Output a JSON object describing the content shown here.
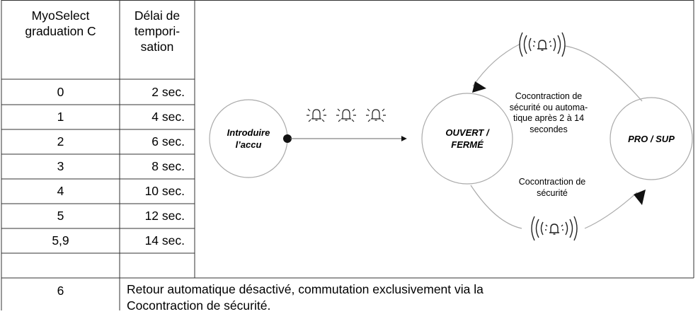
{
  "table": {
    "header": {
      "col1": [
        "MyoSelect",
        "graduation C"
      ],
      "col2": [
        "Délai de",
        "tempori-",
        "sation"
      ]
    },
    "rows": [
      {
        "graduation": "0",
        "delay": "2 sec."
      },
      {
        "graduation": "1",
        "delay": "4 sec."
      },
      {
        "graduation": "2",
        "delay": "6 sec."
      },
      {
        "graduation": "3",
        "delay": "8 sec."
      },
      {
        "graduation": "4",
        "delay": "10 sec."
      },
      {
        "graduation": "5",
        "delay": "12 sec."
      },
      {
        "graduation": "5,9",
        "delay": "14 sec."
      }
    ],
    "last_row": {
      "graduation": "6",
      "text_line1": "Retour automatique désactivé, commutation exclusivement via la",
      "text_line2": "Cocontraction de sécurité."
    }
  },
  "diagram": {
    "node_left": [
      "Introduire",
      "l’accu"
    ],
    "node_middle": [
      "OUVERT /",
      "FERMÉ"
    ],
    "node_right": "PRO / SUP",
    "top_note": [
      "Cocontraction de",
      "sécurité ou automa-",
      "tique après 2 à 14",
      "secondes"
    ],
    "bottom_note": [
      "Cocontraction de",
      "sécurité"
    ],
    "icons": [
      "bell-ringing-icon",
      "bell-ringing-icon",
      "bell-ringing-icon",
      "bell-radiating-icon",
      "bell-radiating-icon"
    ]
  }
}
